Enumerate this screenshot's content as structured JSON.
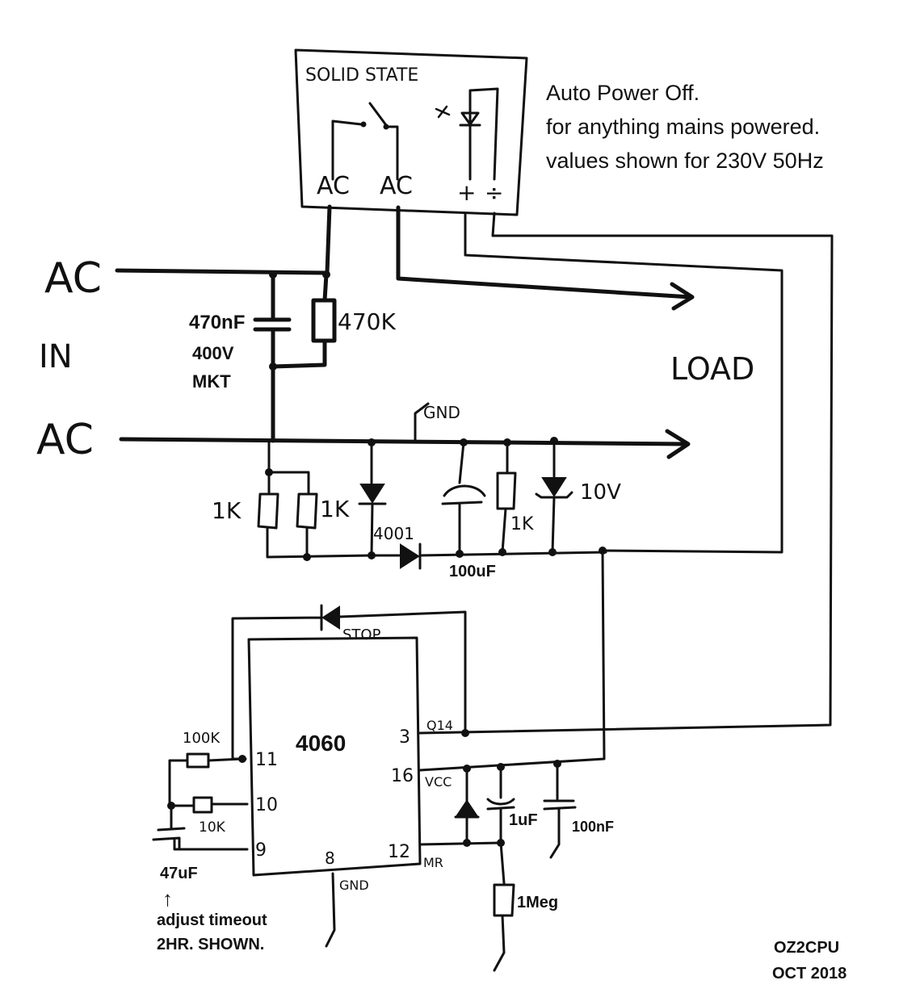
{
  "title": {
    "line1": "Auto Power Off.",
    "line2": "for anything mains powered.",
    "line3": "values shown for 230V 50Hz"
  },
  "relay": {
    "label": "SOLID STATE",
    "ac_left": "AC",
    "ac_right": "AC",
    "plus": "+",
    "minus": "÷"
  },
  "input": {
    "ac_top": "AC",
    "in": "IN",
    "ac_bottom": "AC"
  },
  "load": "LOAD",
  "gnd_top": "GND",
  "dropper_cap": {
    "value": "470nF",
    "voltage": "400V",
    "type": "MKT"
  },
  "bleeder_resistor": "470K",
  "resistor_1k_left": "1K",
  "resistor_1k_right": "1K",
  "diode_4001": "4001",
  "cap_100uf": "100uF",
  "resistor_1k_shunt": "1K",
  "zener": "10V",
  "ic": {
    "name": "4060",
    "pin3": "3",
    "q14": "Q14",
    "pin16": "16",
    "vcc": "VCC",
    "pin12": "12",
    "mr": "MR",
    "pin8": "8",
    "gnd": "GND",
    "pin11": "11",
    "pin10": "10",
    "pin9": "9"
  },
  "stop_diode": "STOP",
  "res_100k": "100K",
  "res_10k": "10K",
  "cap_47uf": "47uF",
  "adjust_arrow": "↑",
  "adjust_note1": "adjust timeout",
  "adjust_note2": "2HR. SHOWN.",
  "cap_1uf": "1uF",
  "cap_100nf": "100nF",
  "res_1meg": "1Meg",
  "author": "OZ2CPU",
  "date": "OCT 2018"
}
